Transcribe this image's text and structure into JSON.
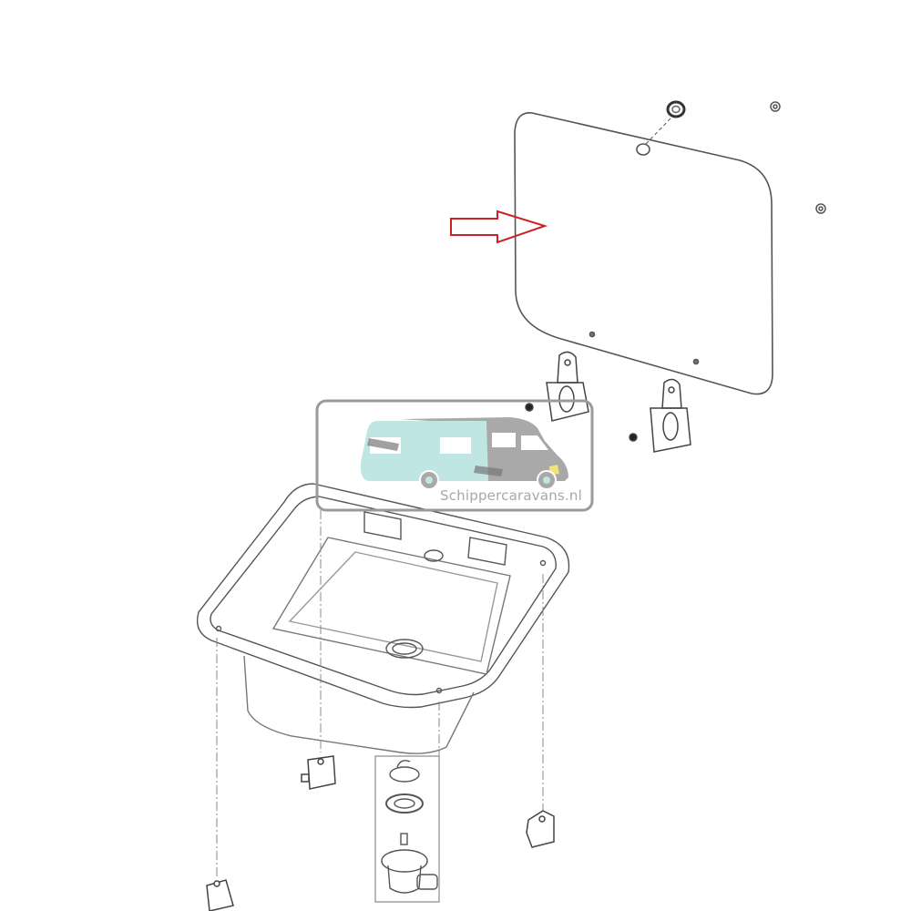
{
  "diagram": {
    "type": "exploded-parts-view",
    "subject": "Caravan sink with glass cover lid",
    "parts": [
      {
        "id": "glass-lid",
        "label": "Glass cover lid"
      },
      {
        "id": "lid-grommet",
        "label": "Lid knob / grommet"
      },
      {
        "id": "hinge-left",
        "label": "Hinge (left)"
      },
      {
        "id": "hinge-right",
        "label": "Hinge (right)"
      },
      {
        "id": "nut-small",
        "label": "Nuts"
      },
      {
        "id": "sink-basin",
        "label": "Sink basin"
      },
      {
        "id": "drain-plug",
        "label": "Drain plug"
      },
      {
        "id": "drain-strainer",
        "label": "Strainer"
      },
      {
        "id": "drain-trap",
        "label": "Drain outlet with hose connector"
      },
      {
        "id": "mounting-clamp",
        "label": "Mounting clamps"
      }
    ],
    "highlight": {
      "target": "glass-lid",
      "arrow_color": "#cc2027"
    }
  },
  "watermark": {
    "text": "Schippercaravans.nl",
    "caravan_color": "#bfe6e2",
    "camper_color": "#a9a9a9",
    "headlight_color": "#f2e27a",
    "frame_color": "#9a9a9a"
  }
}
